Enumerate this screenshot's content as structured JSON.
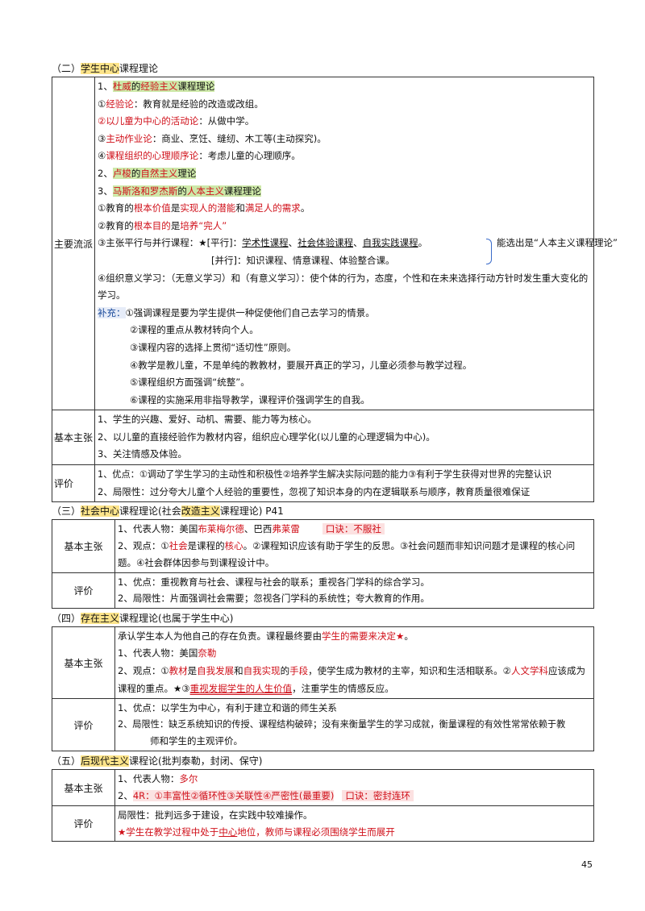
{
  "s2": {
    "heading": [
      "（二）",
      "学生中心",
      "课程理论"
    ],
    "main_label": "主要流派",
    "m1": [
      "1、",
      "杜威",
      "的",
      "经验主义",
      "课程理论"
    ],
    "m2": [
      "①",
      "经验论",
      "：教育就是经验的改造或改组。"
    ],
    "m3": [
      "②",
      "以儿童为中心的活动论",
      "：从做中学。"
    ],
    "m4": [
      "③",
      "主动作业论",
      "：商业、烹饪、缝纫、木工等(主动探究)。"
    ],
    "m5": [
      "④",
      "课程组织的心理顺序论",
      "：考虑儿童的心理顺序。"
    ],
    "m6": [
      "2、",
      "卢梭",
      "的",
      "自然主义",
      "理论"
    ],
    "m7": [
      "3、",
      "马斯洛和罗杰斯",
      "的",
      "人本主义",
      "课程理论"
    ],
    "m8": [
      "①教育的",
      "根本价值",
      "是",
      "实现人的潜能",
      "和",
      "满足人的需求",
      "。"
    ],
    "m9": [
      "②教育的",
      "根本目的",
      "是",
      "培养“完人”"
    ],
    "m10": [
      "③主张平行与并行课程：★[平行]：",
      "学术性课程",
      "、",
      "社会体验课程",
      "、",
      "自我实践课程",
      "。",
      "能选出是“人本主义课程理论”"
    ],
    "m11": "[并行]：知识课程、情意课程、体验整合课。",
    "m12": "④组织意义学习：（无意义学习）和（有意义学习）：使个体的行为，态度，个性和在未来选择行动方针时发生重大变化的学习。",
    "supp_label": "补充：",
    "supp": [
      "①强调课程是要为学生提供一种促使他们自己去学习的情景。",
      "②课程的重点从教材转向个人。",
      "③课程内容的选择上贯彻“适切性”原则。",
      "④教学是教儿童，不是单纯的教教材，要展开真正的学习，儿童必须参与教学过程。",
      "⑤课程组织方面强调“统整”。",
      "⑥课程的实施采用非指导教学，课程评价强调学生的自我。"
    ],
    "basic_label": "基本主张",
    "basic": [
      "1、学生的兴趣、爱好、动机、需要、能力等为核心。",
      "2、以儿童的直接经验作为教材内容，组织应心理学化(以儿童的心理逻辑为中心)。",
      "3、关注情感及体验。"
    ],
    "eval_label": "评价",
    "eval": [
      "1、优点：①调动了学生学习的主动性和积极性②培养学生解决实际问题的能力③有利于学生获得对世界的完整认识",
      "2、局限性：过分夸大儿童个人经验的重要性，忽视了知识本身的内在逻辑联系与顺序，教育质量很难保证"
    ]
  },
  "s3": {
    "heading": [
      "（三）",
      "社会中心",
      "课程理论(社会",
      "改造主义",
      "课程理论) P41"
    ],
    "basic_label": "基本主张",
    "b1": [
      "1、代表人物：美国",
      "布莱梅尔德",
      "、巴西",
      "弗莱雷",
      "口诀：不服社"
    ],
    "b2": [
      "2、观点：①",
      "社会",
      "是课程的",
      "核心",
      "。②课程知识应该有助于学生的反思。③社会问题而非知识问题才是课程的核心问题。④社会群体因参与到课程设计中。"
    ],
    "eval_label": "评价",
    "eval": [
      "1、优点：重视教育与社会、课程与社会的联系；重视各门学科的综合学习。",
      "2、局限性：片面强调社会需要；忽视各门学科的系统性；夸大教育的作用。"
    ]
  },
  "s4": {
    "heading": [
      "（四）",
      "存在主义",
      "课程理论(也属于学生中心)"
    ],
    "basic_label": "基本主张",
    "b1": [
      "承认学生本人为他自己的存在负责。课程最终要由",
      "学生的需要来决定★",
      "。"
    ],
    "b2": [
      "1、代表人物：美国",
      "奈勒"
    ],
    "b3": [
      "2、观点：①",
      "教材",
      "是",
      "自我发展",
      "和",
      "自我实现",
      "的",
      "手段",
      "，使学生成为教材的主宰，知识和生活相联系。②",
      "人文学科",
      "应该成为课程的重点。★③",
      "重视发掘学生的人生价值",
      "，注重学生的情感反应。"
    ],
    "eval_label": "评价",
    "e1": "1、优点：以学生为中心，有利于建立和谐的师生关系",
    "e2": "2、局限性：缺乏系统知识的传授、课程结构破碎；没有来衡量学生的学习成就，衡量课程的有效性常常依赖于教",
    "e3": "师和学生的主观评价。"
  },
  "s5": {
    "heading": [
      "（五）",
      "后现代主义",
      "课程论(批判泰勒，封闭、保守)"
    ],
    "basic_label": "基本主张",
    "b1": [
      "1、代表人物：",
      "多尔"
    ],
    "b2": [
      "2、",
      "4R：①丰富性②循环性③关联性④严密性(最重要)",
      "口诀：密封连环"
    ],
    "eval_label": "评价",
    "e1": "局限性：批判远多于建设，在实践中较难操作。",
    "e2": [
      "★学生在教学过程中处于",
      "中心",
      "地位，教师与课程必须围绕学生而展开"
    ]
  },
  "page_number": "45"
}
